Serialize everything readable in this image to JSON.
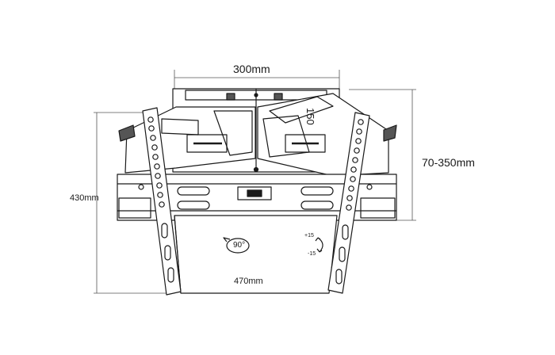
{
  "diagram": {
    "dimensions": {
      "top_width": "300mm",
      "extension": "70-350mm",
      "height": "430mm",
      "bottom_width": "470mm",
      "side_offset": "150"
    },
    "rotation": {
      "swivel": "90°",
      "tilt_up": "+15",
      "tilt_down": "-15"
    },
    "colors": {
      "line": "#1a1a1a",
      "background": "#ffffff",
      "dimension_line": "#555555"
    }
  }
}
